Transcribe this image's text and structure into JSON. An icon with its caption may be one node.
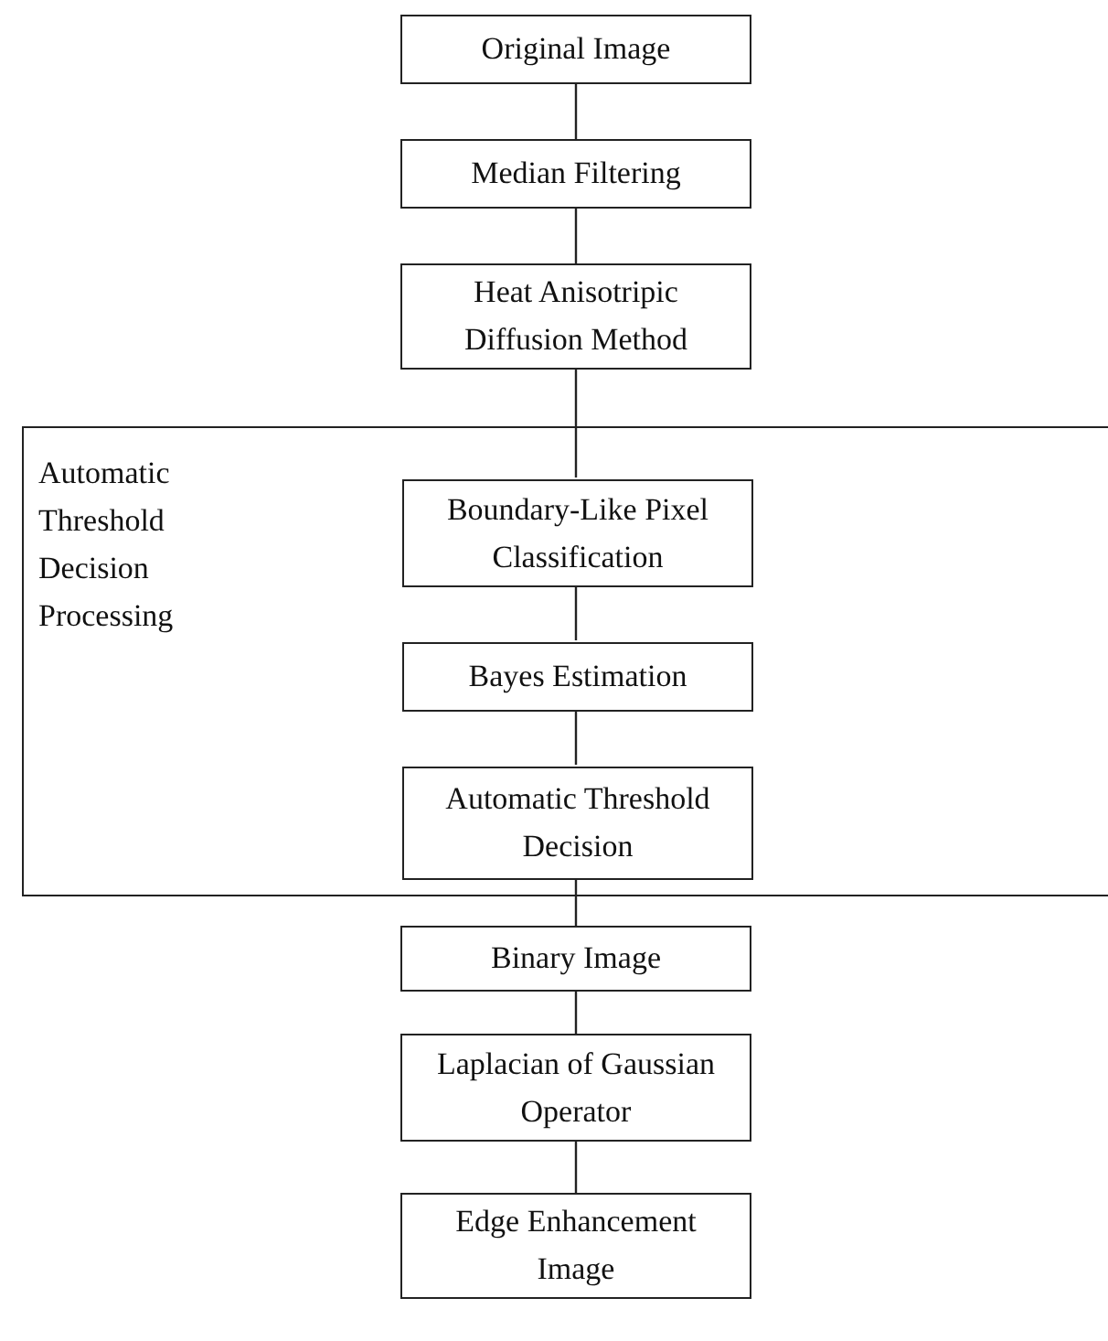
{
  "diagram": {
    "nodes": [
      {
        "text": [
          "Original Image"
        ]
      },
      {
        "text": [
          "Median Filtering"
        ]
      },
      {
        "text": [
          "Heat Anisotripic Diffusion Method"
        ]
      },
      {
        "text": [
          "Automatic Threshold Decision Processing"
        ]
      },
      {
        "text": [
          "Boundary-Like Pixel Classification"
        ],
        "in": 3
      },
      {
        "text": [
          "Bayes Estimation"
        ],
        "in": 3
      },
      {
        "text": [
          "Automatic Threshold Decision"
        ],
        "in": 3
      },
      {
        "text": [
          "Binary Image"
        ]
      },
      {
        "text": [
          "Laplacian of Gaussian Operator"
        ]
      },
      {
        "text": [
          "Edge Enhancement Image"
        ]
      }
    ],
    "edges": [
      {
        "from": 0,
        "to": 1,
        "arrow": "none"
      },
      {
        "from": 1,
        "to": 2,
        "arrow": "none"
      },
      {
        "from": 2,
        "to": 4,
        "arrow": "none"
      },
      {
        "from": 4,
        "to": 5,
        "arrow": "none"
      },
      {
        "from": 5,
        "to": 6,
        "arrow": "none"
      },
      {
        "from": 6,
        "to": 7,
        "arrow": "none"
      },
      {
        "from": 7,
        "to": 8,
        "arrow": "none"
      },
      {
        "from": 8,
        "to": 9,
        "arrow": "none"
      }
    ]
  }
}
